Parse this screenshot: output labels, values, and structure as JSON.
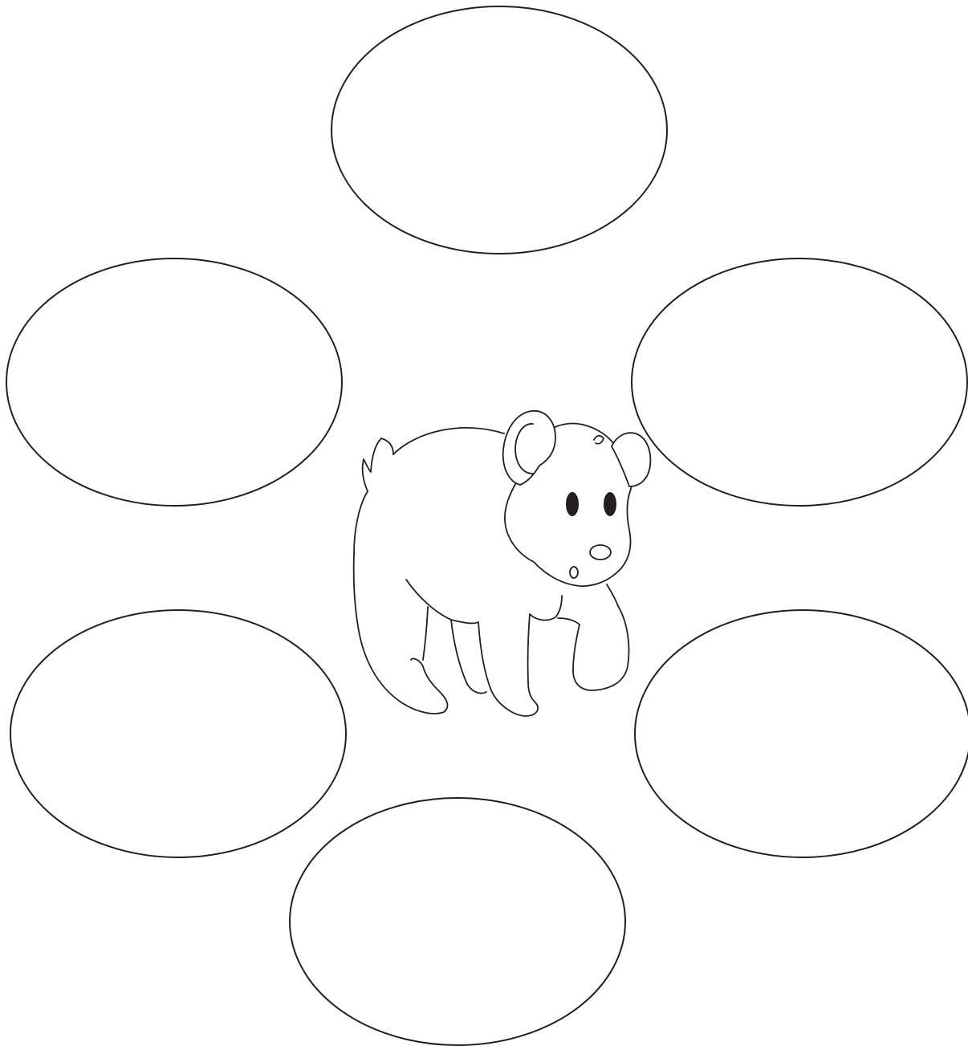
{
  "diagram": {
    "type": "bubble-map",
    "center": {
      "icon": "bear-icon"
    },
    "bubbles": [
      {
        "id": "top",
        "text": ""
      },
      {
        "id": "upper-left",
        "text": ""
      },
      {
        "id": "upper-right",
        "text": ""
      },
      {
        "id": "lower-left",
        "text": ""
      },
      {
        "id": "lower-right",
        "text": ""
      },
      {
        "id": "bottom",
        "text": ""
      }
    ]
  },
  "colors": {
    "stroke": "#231f20",
    "background": "#ffffff"
  }
}
